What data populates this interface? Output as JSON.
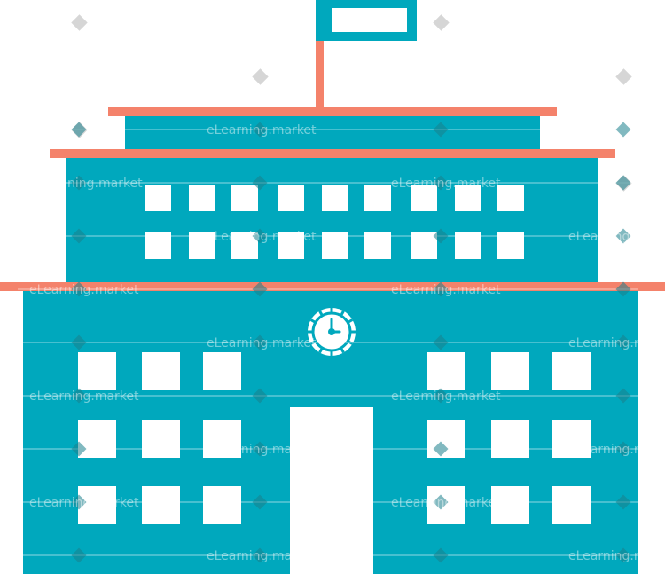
{
  "illustration": {
    "subject": "school-building",
    "colors": {
      "wall": "#00A8BD",
      "roof_trim": "#F4826B",
      "window": "#FFFFFF",
      "door": "#FFFFFF",
      "flag": "#00A8BD",
      "background": "#FFFFFF"
    }
  },
  "watermark": {
    "text": "eLearning.market",
    "visible_fragments": [
      "eLearning.market",
      "ning.market",
      "eLearni",
      "arning.ma",
      "rning.m",
      "eLearning.ma"
    ]
  }
}
